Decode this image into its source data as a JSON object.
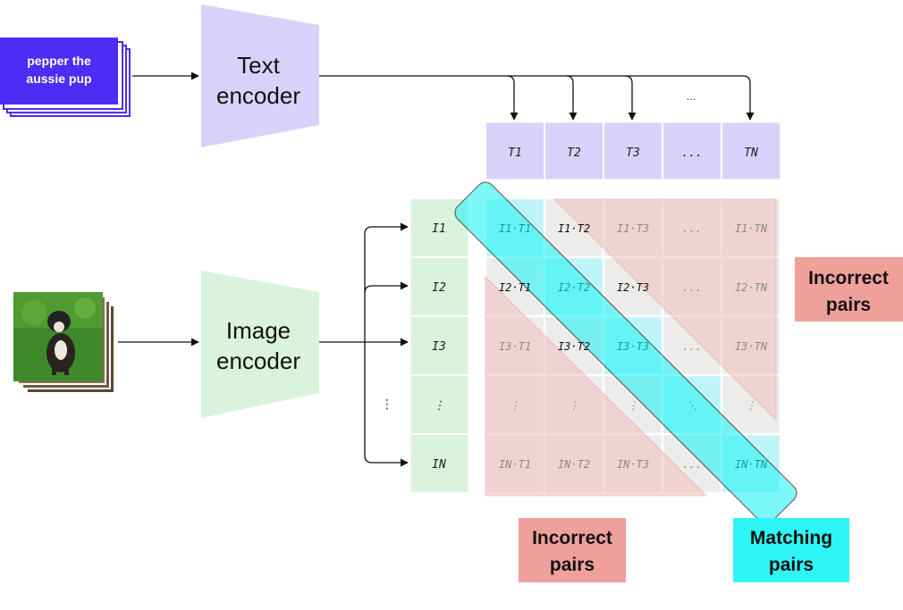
{
  "text_input": {
    "line1": "pepper the",
    "line2": "aussie pup",
    "color": "#4d2df5"
  },
  "text_encoder": {
    "line1": "Text",
    "line2": "encoder",
    "color": "#d8d2fb"
  },
  "image_encoder": {
    "line1": "Image",
    "line2": "encoder",
    "color": "#d9f3dc"
  },
  "image_input": {
    "icon": "dog-photo-icon"
  },
  "text_embeddings": [
    "T1",
    "T2",
    "T3",
    "...",
    "TN"
  ],
  "image_embeddings": [
    "I1",
    "I2",
    "I3",
    "⋮",
    "IN"
  ],
  "arrow_ellipsis": {
    "top": "...",
    "left": "⋮"
  },
  "matrix": {
    "rows": [
      [
        "I1·T1",
        "I1·T2",
        "I1·T3",
        "...",
        "I1·TN"
      ],
      [
        "I2·T1",
        "I2·T2",
        "I2·T3",
        "...",
        "I2·TN"
      ],
      [
        "I3·T1",
        "I3·T2",
        "I3·T3",
        "...",
        "I3·TN"
      ],
      [
        "⋮",
        "⋮",
        "⋮",
        "⋱",
        "⋮"
      ],
      [
        "IN·T1",
        "IN·T2",
        "IN·T3",
        "...",
        "IN·TN"
      ]
    ]
  },
  "labels": {
    "incorrect_right": {
      "line1": "Incorrect",
      "line2": "pairs",
      "color": "#f0a09a"
    },
    "incorrect_bottom": {
      "line1": "Incorrect",
      "line2": "pairs",
      "color": "#f0a09a"
    },
    "matching": {
      "line1": "Matching",
      "line2": "pairs",
      "color": "#2ef5f5"
    }
  },
  "colors": {
    "text_cell": "#d8d2fb",
    "image_cell": "#d9f3dc",
    "matrix_cell": "#ececec",
    "diag_cell": "#bff4f9",
    "incorrect_region": "#f3c0bd",
    "matching_band": "#2ef5f5"
  }
}
